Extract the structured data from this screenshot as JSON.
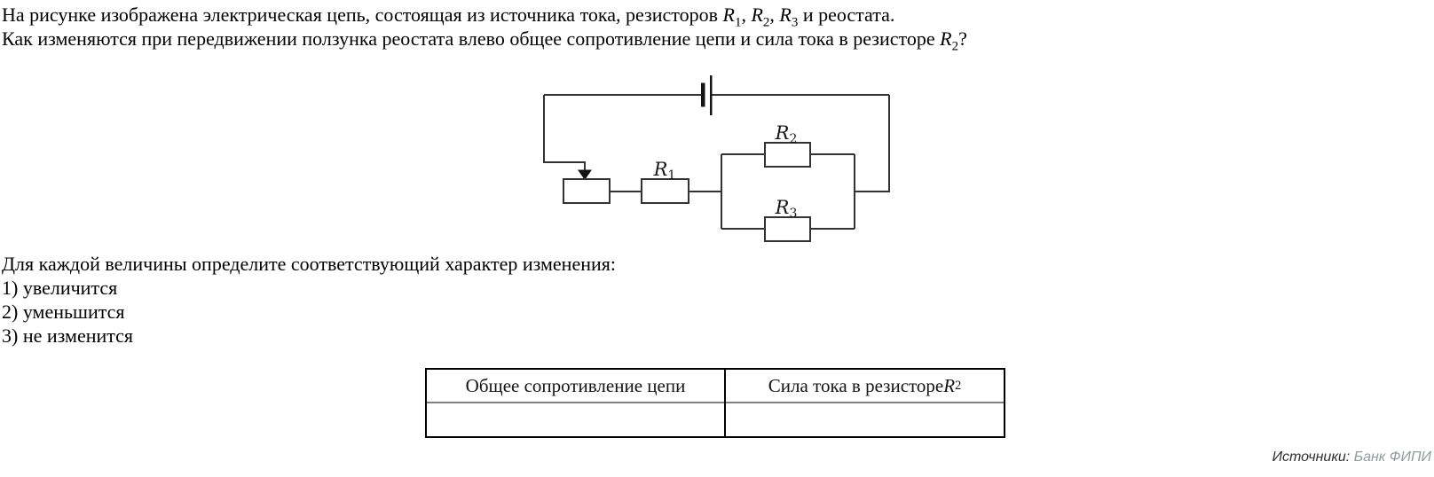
{
  "colors": {
    "text": "#000000",
    "line": "#333333",
    "table_border": "#000000",
    "header_divider": "#808080",
    "source_label": "#2f2f2f",
    "source_value": "#939a9c"
  },
  "question": {
    "line1": [
      {
        "t": "На рисунке изображена электрическая цепь, состоящая из источника тока, резисторов "
      },
      {
        "t": "R",
        "i": true
      },
      {
        "t": "1",
        "sub": true
      },
      {
        "t": ", "
      },
      {
        "t": "R",
        "i": true
      },
      {
        "t": "2",
        "sub": true
      },
      {
        "t": ", "
      },
      {
        "t": "R",
        "i": true
      },
      {
        "t": "3",
        "sub": true
      },
      {
        "t": " и реостата."
      }
    ],
    "line2": [
      {
        "t": "Как изменяются при передвижении ползунка реостата влево общее сопротивление цепи и сила тока в резисторе "
      },
      {
        "t": "R",
        "i": true
      },
      {
        "t": "2",
        "sub": true
      },
      {
        "t": "?"
      }
    ]
  },
  "circuit": {
    "labels": {
      "r1": {
        "base": "R",
        "sub": "1"
      },
      "r2": {
        "base": "R",
        "sub": "2"
      },
      "r3": {
        "base": "R",
        "sub": "3"
      }
    }
  },
  "instructions": {
    "intro": "Для каждой величины определите соответствующий характер изменения:",
    "options": [
      "1) увеличится",
      "2) уменьшится",
      "3) не изменится"
    ]
  },
  "table": {
    "headers": {
      "col1": [
        {
          "t": "Общее сопротивление цепи"
        }
      ],
      "col2": [
        {
          "t": "Сила тока в резисторе "
        },
        {
          "t": "R",
          "i": true
        },
        {
          "t": "2",
          "sub": true
        }
      ]
    },
    "rows": [
      [
        "",
        ""
      ]
    ]
  },
  "source": {
    "label": "Источники:",
    "value": "Банк ФИПИ"
  }
}
